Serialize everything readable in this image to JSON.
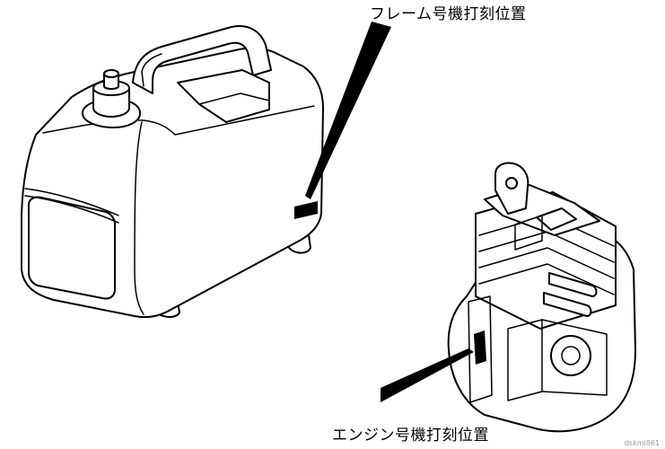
{
  "labels": {
    "frame_number_location": "フレーム号機打刻位置",
    "engine_number_location": "エンジン号機打刻位置"
  },
  "image_code": "dskmi861",
  "colors": {
    "line": "#000000",
    "background": "#ffffff",
    "code_text": "#9a9a9a"
  }
}
